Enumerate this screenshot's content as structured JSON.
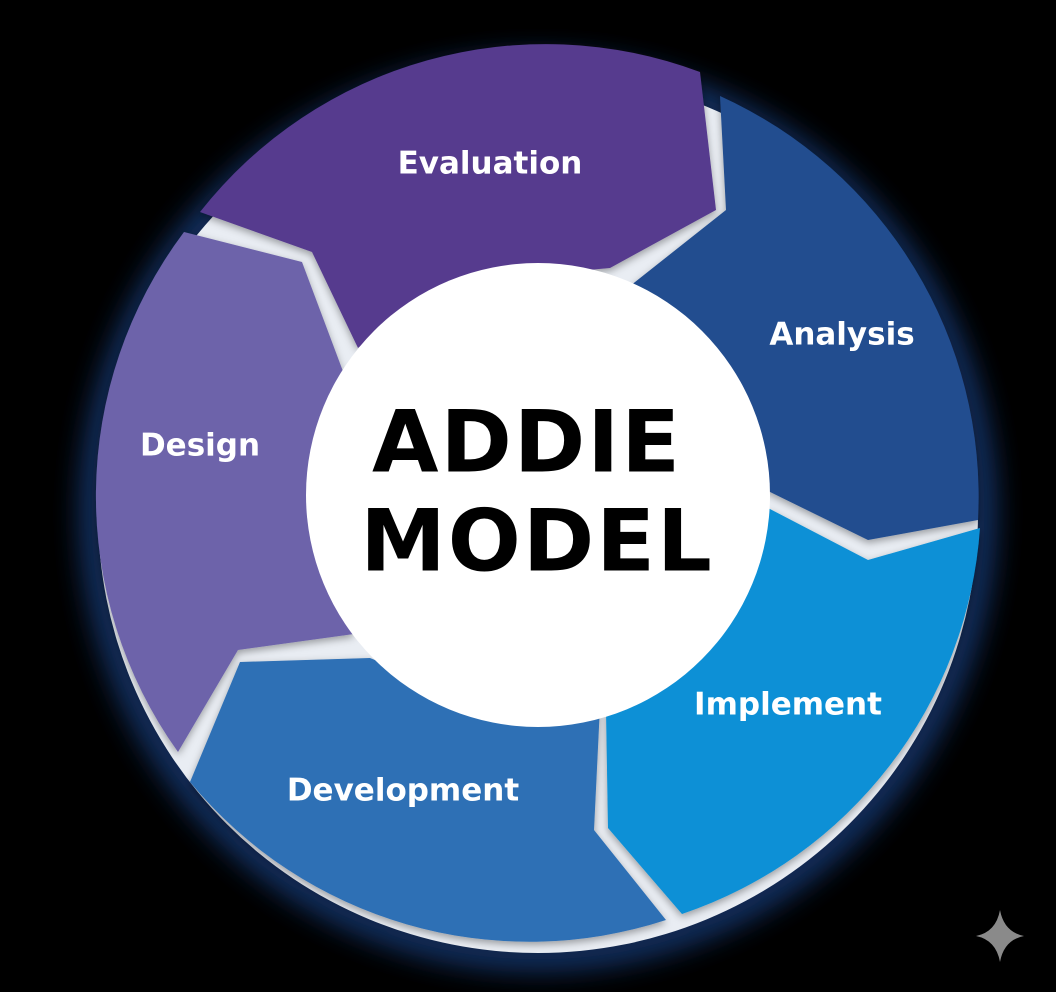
{
  "diagram": {
    "center": {
      "line1": "ADDIE",
      "line2": "MODEL"
    },
    "segments": [
      {
        "key": "evaluation",
        "label": "Evaluation",
        "color": "#563a8e"
      },
      {
        "key": "analysis",
        "label": "Analysis",
        "color": "#234e8f"
      },
      {
        "key": "implement",
        "label": "Implement",
        "color": "#0890d6"
      },
      {
        "key": "development",
        "label": "Development",
        "color": "#2e6fb5"
      },
      {
        "key": "design",
        "label": "Design",
        "color": "#6d64aa"
      }
    ],
    "colors": {
      "background": "#000000",
      "ring_bg": "#e9edf3",
      "center_fill": "#ffffff",
      "glow": "#2a6bd6"
    },
    "icons": {
      "corner": "sparkle-icon"
    }
  }
}
